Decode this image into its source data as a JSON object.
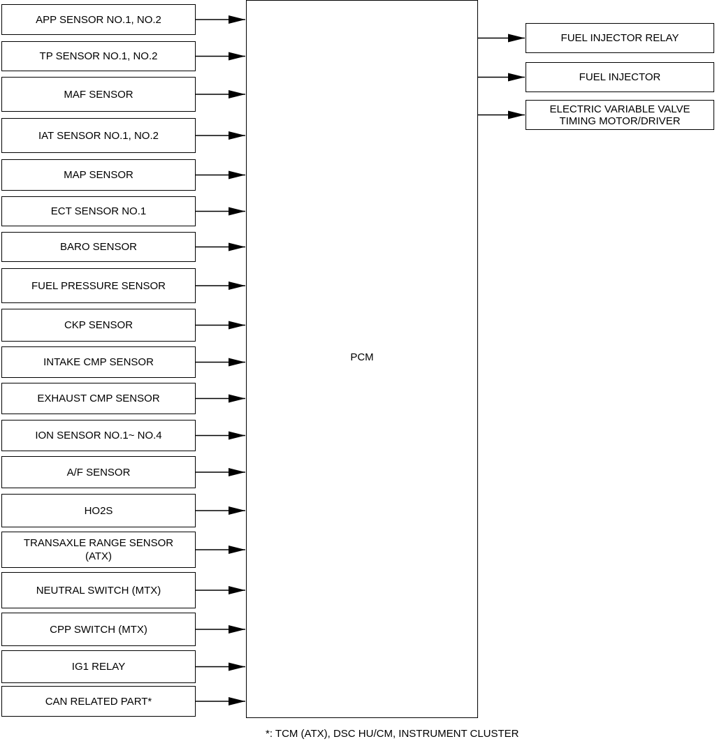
{
  "pcm": {
    "label": "PCM"
  },
  "inputs": [
    {
      "label": "APP SENSOR NO.1, NO.2"
    },
    {
      "label": "TP SENSOR NO.1, NO.2"
    },
    {
      "label": "MAF SENSOR"
    },
    {
      "label": "IAT SENSOR NO.1, NO.2"
    },
    {
      "label": "MAP SENSOR"
    },
    {
      "label": "ECT SENSOR NO.1"
    },
    {
      "label": "BARO SENSOR"
    },
    {
      "label": "FUEL PRESSURE SENSOR"
    },
    {
      "label": "CKP SENSOR"
    },
    {
      "label": "INTAKE CMP SENSOR"
    },
    {
      "label": "EXHAUST CMP SENSOR"
    },
    {
      "label": "ION SENSOR NO.1~ NO.4"
    },
    {
      "label": "A/F SENSOR"
    },
    {
      "label": "HO2S"
    },
    {
      "label": "TRANSAXLE RANGE SENSOR\n(ATX)"
    },
    {
      "label": "NEUTRAL SWITCH (MTX)"
    },
    {
      "label": "CPP  SWITCH (MTX)"
    },
    {
      "label": "IG1 RELAY"
    },
    {
      "label": "CAN RELATED PART*"
    }
  ],
  "outputs": [
    {
      "label": "FUEL INJECTOR RELAY"
    },
    {
      "label": "FUEL INJECTOR"
    },
    {
      "label": "ELECTRIC VARIABLE VALVE\nTIMING MOTOR/DRIVER"
    }
  ],
  "footnote": "*: TCM (ATX), DSC HU/CM, INSTRUMENT CLUSTER"
}
